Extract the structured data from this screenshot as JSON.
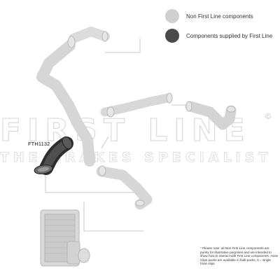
{
  "legend": {
    "non_first_line": "Non First Line components",
    "first_line": "Components supplied by First Line"
  },
  "part_number": "FTH1132",
  "watermark": {
    "brand": "FIRST LINE",
    "tagline": "THE BRAKES SPECIALIST",
    "copyright": "©"
  },
  "note": "* Please note: all Non First Line components are purely for illustrative purposes and are intended to show how to interact with First Line components. Hose Clips packs are available in bulk packs, 5 = single hose clips.",
  "colors": {
    "non_first_line": "#cfcfcf",
    "first_line": "#4a4a4a"
  }
}
